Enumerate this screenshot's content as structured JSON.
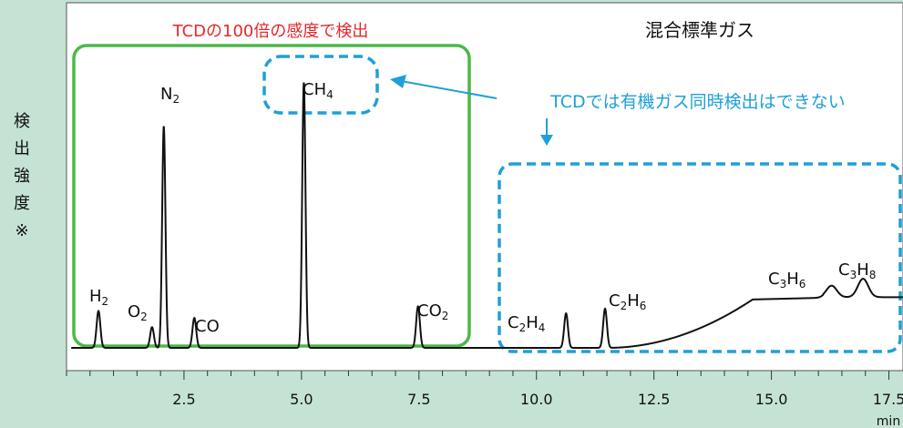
{
  "chart_data": {
    "type": "line",
    "title": "混合標準ガス",
    "ylabel": "検出強度※",
    "xlabel": "min",
    "xlim": [
      0,
      17.8
    ],
    "x_ticks": [
      2.5,
      5.0,
      7.5,
      10.0,
      12.5,
      15.0,
      17.5
    ],
    "x_tick_labels": [
      "2.5",
      "5.0",
      "7.5",
      "10.0",
      "12.5",
      "15.0",
      "17.5"
    ],
    "colors": {
      "green_box": "#4db848",
      "blue_box": "#1fa0d6",
      "red_text": "#e8262a",
      "blue_text": "#1fa0d6"
    },
    "annotations": {
      "tcd_sensitivity": "TCDの100倍の感度で検出",
      "tcd_cannot": "TCDでは有機ガス同時検出はできない"
    },
    "peaks": [
      {
        "name": "H2",
        "base": "H",
        "sub": "2",
        "x": 0.68,
        "height": 0.16
      },
      {
        "name": "O2",
        "base": "O",
        "sub": "2",
        "x": 1.82,
        "height": 0.09
      },
      {
        "name": "N2",
        "base": "N",
        "sub": "2",
        "x": 2.07,
        "height": 0.96
      },
      {
        "name": "CO",
        "base": "CO",
        "sub": "",
        "x": 2.72,
        "height": 0.13
      },
      {
        "name": "CH4",
        "base": "CH",
        "sub": "4",
        "x": 5.05,
        "height": 1.15
      },
      {
        "name": "CO2",
        "base": "CO",
        "sub": "2",
        "x": 7.48,
        "height": 0.18
      },
      {
        "name": "C2H4",
        "base": "C",
        "sub": "2",
        "base2": "H",
        "sub2": "4",
        "x": 10.63,
        "height": 0.15
      },
      {
        "name": "C2H6",
        "base": "C",
        "sub": "2",
        "base2": "H",
        "sub2": "6",
        "x": 11.46,
        "height": 0.17
      },
      {
        "name": "C3H6",
        "base": "C",
        "sub": "3",
        "base2": "H",
        "sub2": "6",
        "x": 16.28,
        "height": 0.05
      },
      {
        "name": "C3H8",
        "base": "C",
        "sub": "3",
        "base2": "H",
        "sub2": "8",
        "x": 16.95,
        "height": 0.08
      }
    ]
  }
}
